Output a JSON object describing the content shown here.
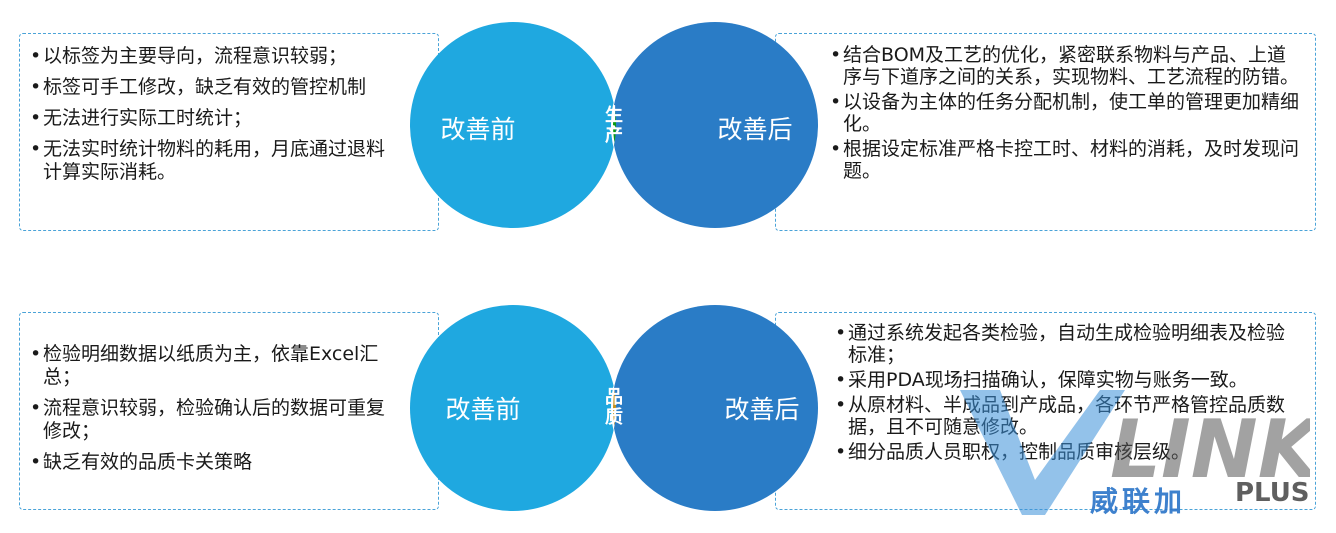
{
  "production": {
    "before_label": "改善前",
    "after_label": "改善后",
    "center_chars": [
      "生",
      "产"
    ],
    "before_points": [
      "以标签为主要导向，流程意识较弱；",
      "标签可手工修改，缺乏有效的管控机制",
      "无法进行实际工时统计；",
      "无法实时统计物料的耗用，月底通过退料计算实际消耗。"
    ],
    "after_points": [
      "结合BOM及工艺的优化，紧密联系物料与产品、上道序与下道序之间的关系，实现物料、工艺流程的防错。",
      "以设备为主体的任务分配机制，使工单的管理更加精细化。",
      "根据设定标准严格卡控工时、材料的消耗，及时发现问题。"
    ]
  },
  "quality": {
    "before_label": "改善前",
    "after_label": "改善后",
    "center_chars": [
      "品",
      "质"
    ],
    "before_points": [
      "检验明细数据以纸质为主，依靠Excel汇总；",
      "流程意识较弱，检验确认后的数据可重复修改；",
      "缺乏有效的品质卡关策略"
    ],
    "after_points": [
      "通过系统发起各类检验，自动生成检验明细表及检验标准；",
      "采用PDA现场扫描确认，保障实物与账务一致。",
      "从原材料、半成品到产成品，各环节严格管控品质数据，且不可随意修改。",
      "细分品质人员职权，控制品质审核层级。"
    ]
  },
  "colors": {
    "left_circle": "#1fa8e0",
    "right_circle": "#2a7cc6",
    "production_lens": "#0a9a10",
    "quality_lens": "#c8911c",
    "panel_border": "#4aa3d8"
  },
  "watermark": {
    "logo_text": "LINK",
    "cn_text": "威联加",
    "plus_text": "PLUS"
  }
}
